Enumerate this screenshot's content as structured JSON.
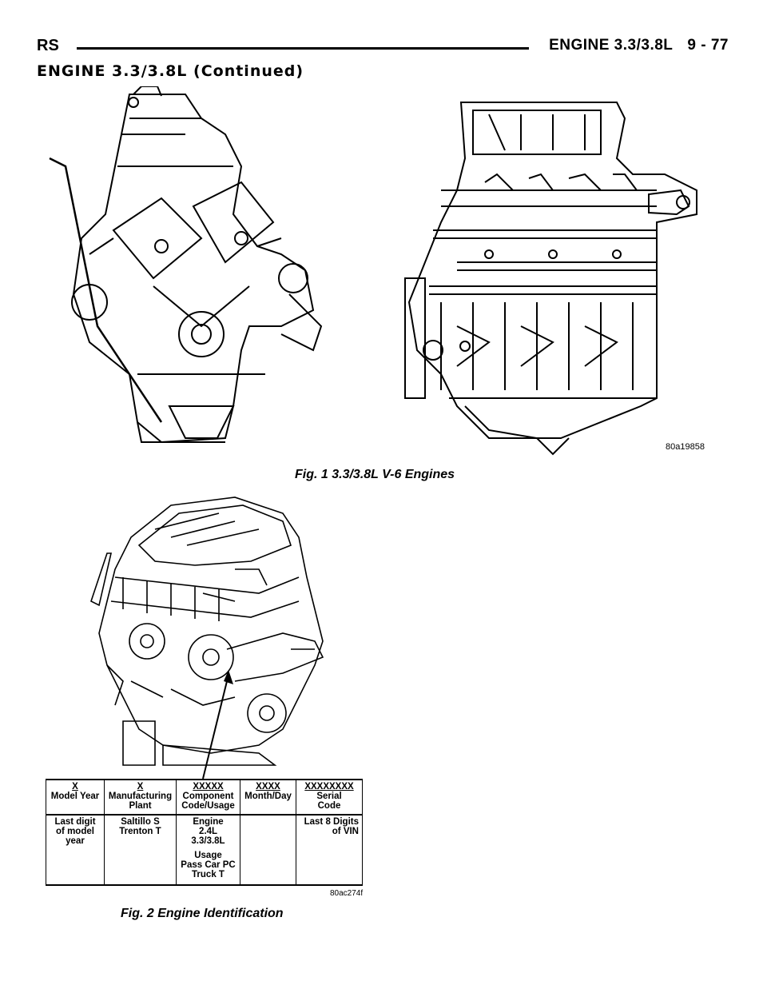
{
  "header": {
    "left": "RS",
    "title": "ENGINE 3.3/3.8L",
    "page": "9 - 77"
  },
  "section_title": "ENGINE 3.3/3.8L (Continued)",
  "figure1": {
    "caption": "Fig. 1 3.3/3.8L V-6 Engines",
    "code": "80a19858"
  },
  "figure2": {
    "caption": "Fig. 2 Engine Identification",
    "code": "80ac274f",
    "table": {
      "columns": [
        {
          "pattern": "X",
          "label": [
            "Model Year"
          ]
        },
        {
          "pattern": "X",
          "label": [
            "Manufacturing",
            "Plant"
          ]
        },
        {
          "pattern": "XXXXX",
          "label": [
            "Component",
            "Code/Usage"
          ]
        },
        {
          "pattern": "XXXX",
          "label": [
            "Month/Day"
          ]
        },
        {
          "pattern": "XXXXXXXX",
          "label": [
            "Serial",
            "Code"
          ]
        }
      ],
      "values": [
        [
          "Last digit",
          "of model",
          "year"
        ],
        [
          "Saltillo S",
          "Trenton T"
        ],
        [
          "Engine",
          "2.4L",
          "3.3/3.8L",
          "Usage",
          "Pass Car PC",
          "Truck T"
        ],
        [],
        [
          "Last 8 Digits",
          "of VIN"
        ]
      ]
    }
  }
}
